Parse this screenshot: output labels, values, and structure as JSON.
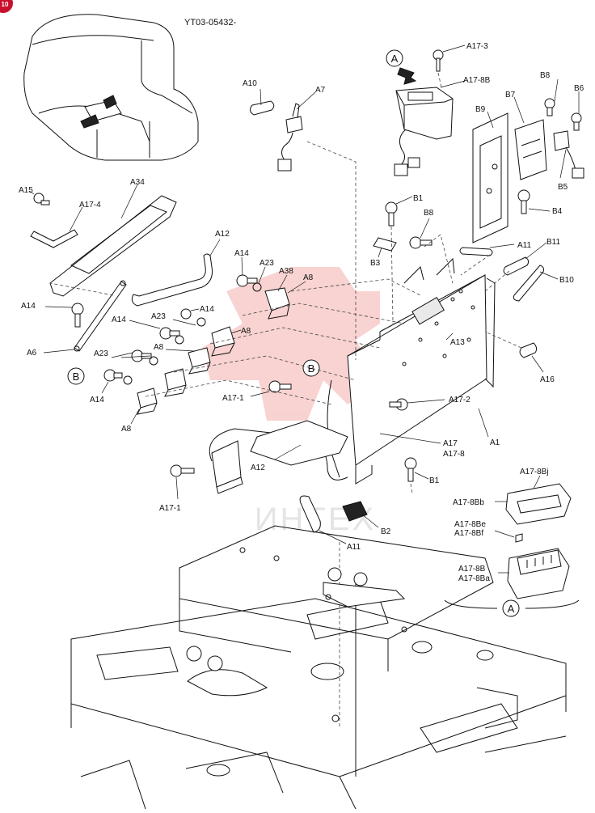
{
  "corner_badge": "10",
  "drawing_code": "YT03-05432-",
  "watermark": "ИНТЕХ",
  "callouts": [
    "A",
    "B",
    "B",
    "A"
  ],
  "labels": {
    "A17-3": "A17-3",
    "A17-8B": "A17-8B",
    "A10": "A10",
    "A7": "A7",
    "B8_top": "B8",
    "B6": "B6",
    "B7": "B7",
    "B9": "B9",
    "B5": "B5",
    "A34": "A34",
    "A15": "A15",
    "A17-4": "A17-4",
    "B1_top": "B1",
    "B4": "B4",
    "B8_mid": "B8",
    "A11_top": "A11",
    "B11": "B11",
    "B3": "B3",
    "B10": "B10",
    "A12_top": "A12",
    "A14_a": "A14",
    "A23_a": "A23",
    "A38": "A38",
    "A8_a": "A8",
    "A14_b": "A14",
    "A14_c": "A14",
    "A23_b": "A23",
    "A8_b": "A8",
    "A14_d": "A14",
    "A13": "A13",
    "A6": "A6",
    "A23_c": "A23",
    "A8_c": "A8",
    "A16": "A16",
    "A17-1_a": "A17-1",
    "A17-2": "A17-2",
    "A14_e": "A14",
    "A8_d": "A8",
    "A1": "A1",
    "A17": "A17",
    "A17-8": "A17-8",
    "A12_bot": "A12",
    "B1_bot": "B1",
    "A17-1_b": "A17-1",
    "A17-8Bj": "A17-8Bj",
    "A17-8Bb": "A17-8Bb",
    "A17-8Be": "A17-8Be",
    "A17-8Bf": "A17-8Bf",
    "B2": "B2",
    "A11_bot": "A11",
    "A17-8B_inset": "A17-8B",
    "A17-8Ba": "A17-8Ba"
  }
}
